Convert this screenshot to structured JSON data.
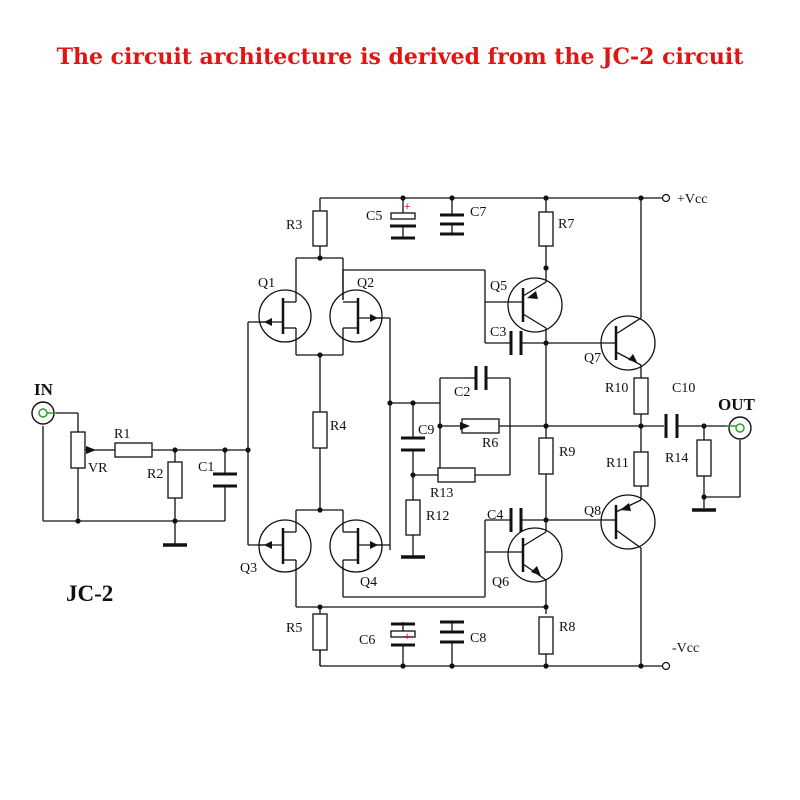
{
  "title": "The circuit architecture is derived from the JC-2 circuit",
  "diagram_name": "JC-2",
  "rails": {
    "vcc_pos": "+Vcc",
    "vcc_neg": "-Vcc"
  },
  "ports": {
    "input": "IN",
    "output": "OUT"
  },
  "transistors": [
    "Q1",
    "Q2",
    "Q3",
    "Q4",
    "Q5",
    "Q6",
    "Q7",
    "Q8"
  ],
  "resistors": [
    "R1",
    "R2",
    "R3",
    "R4",
    "R5",
    "R6",
    "R7",
    "R8",
    "R9",
    "R10",
    "R11",
    "R12",
    "R13",
    "R14",
    "VR"
  ],
  "capacitors": [
    "C1",
    "C2",
    "C3",
    "C4",
    "C5",
    "C6",
    "C7",
    "C8",
    "C9",
    "C10"
  ],
  "polarity_mark": "+",
  "colors": {
    "title": "#e31414",
    "wire": "#111111",
    "port_ring": "#2aa12a",
    "polarity": "#e31414"
  }
}
